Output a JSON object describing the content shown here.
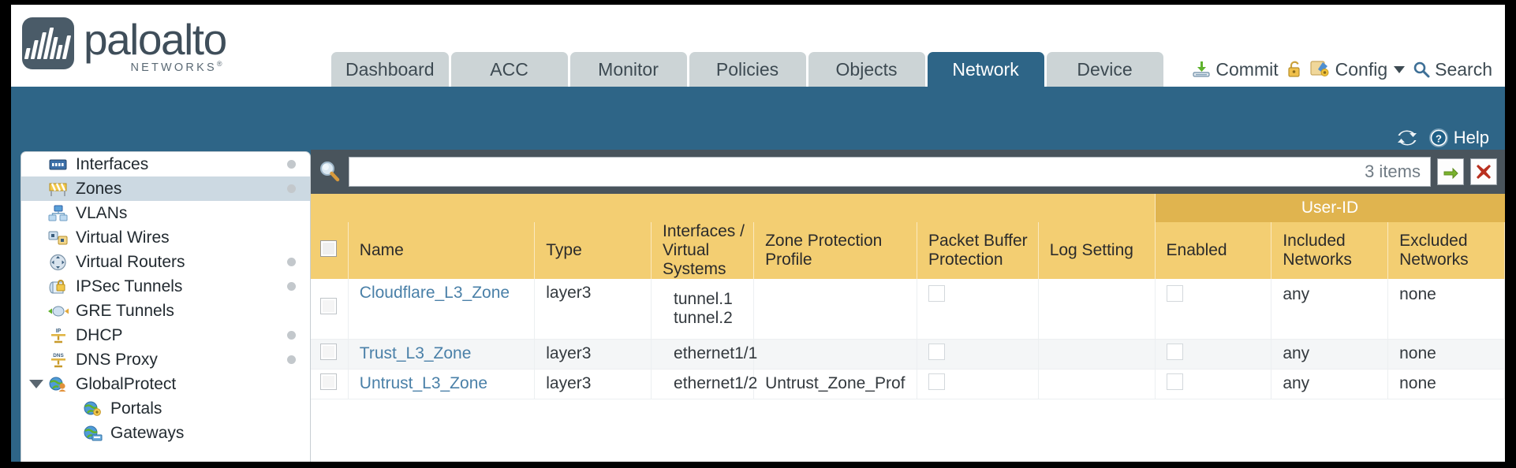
{
  "header": {
    "logo_word": "paloalto",
    "logo_sub": "NETWORKS",
    "logo_sub_mark": "®"
  },
  "nav_tabs": [
    {
      "label": "Dashboard",
      "active": false
    },
    {
      "label": "ACC",
      "active": false
    },
    {
      "label": "Monitor",
      "active": false
    },
    {
      "label": "Policies",
      "active": false
    },
    {
      "label": "Objects",
      "active": false
    },
    {
      "label": "Network",
      "active": true
    },
    {
      "label": "Device",
      "active": false
    }
  ],
  "top_actions": {
    "commit_label": "Commit",
    "commit_icon": "commit-download-icon",
    "lock_icon": "lock-icon",
    "config_label": "Config",
    "config_icon": "config-wrench-icon",
    "config_caret": "chevron-down-icon",
    "search_label": "Search",
    "search_icon": "search-icon"
  },
  "blue_bar": {
    "refresh_icon": "refresh-icon",
    "help_label": "Help",
    "help_icon": "help-question-icon"
  },
  "sidebar": {
    "items": [
      {
        "label": "Interfaces",
        "icon": "interfaces-icon",
        "dot": true,
        "child": false,
        "selected": false,
        "expander": false
      },
      {
        "label": "Zones",
        "icon": "zones-icon",
        "dot": true,
        "child": false,
        "selected": true,
        "expander": false
      },
      {
        "label": "VLANs",
        "icon": "vlans-icon",
        "dot": false,
        "child": false,
        "selected": false,
        "expander": false
      },
      {
        "label": "Virtual Wires",
        "icon": "virtual-wires-icon",
        "dot": false,
        "child": false,
        "selected": false,
        "expander": false
      },
      {
        "label": "Virtual Routers",
        "icon": "virtual-routers-icon",
        "dot": true,
        "child": false,
        "selected": false,
        "expander": false
      },
      {
        "label": "IPSec Tunnels",
        "icon": "ipsec-tunnels-icon",
        "dot": true,
        "child": false,
        "selected": false,
        "expander": false
      },
      {
        "label": "GRE Tunnels",
        "icon": "gre-tunnels-icon",
        "dot": false,
        "child": false,
        "selected": false,
        "expander": false
      },
      {
        "label": "DHCP",
        "icon": "dhcp-icon",
        "dot": true,
        "child": false,
        "selected": false,
        "expander": false
      },
      {
        "label": "DNS Proxy",
        "icon": "dns-proxy-icon",
        "dot": true,
        "child": false,
        "selected": false,
        "expander": false
      },
      {
        "label": "GlobalProtect",
        "icon": "globalprotect-icon",
        "dot": false,
        "child": false,
        "selected": false,
        "expander": true
      },
      {
        "label": "Portals",
        "icon": "portals-icon",
        "dot": false,
        "child": true,
        "selected": false,
        "expander": false
      },
      {
        "label": "Gateways",
        "icon": "gateways-icon",
        "dot": false,
        "child": true,
        "selected": false,
        "expander": false
      }
    ]
  },
  "search": {
    "icon": "search-magnifier-icon",
    "value": "",
    "placeholder": "",
    "item_count": "3 items",
    "apply_icon": "green-arrow-icon",
    "clear_icon": "red-x-icon"
  },
  "table": {
    "group_header": "User-ID",
    "columns": [
      "Name",
      "Type",
      "Interfaces / Virtual Systems",
      "Zone Protection Profile",
      "Packet Buffer Protection",
      "Log Setting",
      "Enabled",
      "Included Networks",
      "Excluded Networks"
    ],
    "rows": [
      {
        "name": "Cloudflare_L3_Zone",
        "type": "layer3",
        "interfaces": [
          "tunnel.1",
          "tunnel.2"
        ],
        "zone_protection_profile": "",
        "packet_buffer_protection": false,
        "log_setting": "",
        "userid_enabled": false,
        "included_networks": "any",
        "excluded_networks": "none"
      },
      {
        "name": "Trust_L3_Zone",
        "type": "layer3",
        "interfaces": [
          "ethernet1/1"
        ],
        "zone_protection_profile": "",
        "packet_buffer_protection": false,
        "log_setting": "",
        "userid_enabled": false,
        "included_networks": "any",
        "excluded_networks": "none"
      },
      {
        "name": "Untrust_L3_Zone",
        "type": "layer3",
        "interfaces": [
          "ethernet1/2"
        ],
        "zone_protection_profile": "Untrust_Zone_Prof",
        "packet_buffer_protection": false,
        "log_setting": "",
        "userid_enabled": false,
        "included_networks": "any",
        "excluded_networks": "none"
      }
    ]
  },
  "colors": {
    "brand_blue": "#2e6587",
    "header_yellow": "#f3ce72",
    "group_yellow": "#e0b44f",
    "tab_grey": "#ccd4d6",
    "link_blue": "#4a80a8"
  }
}
